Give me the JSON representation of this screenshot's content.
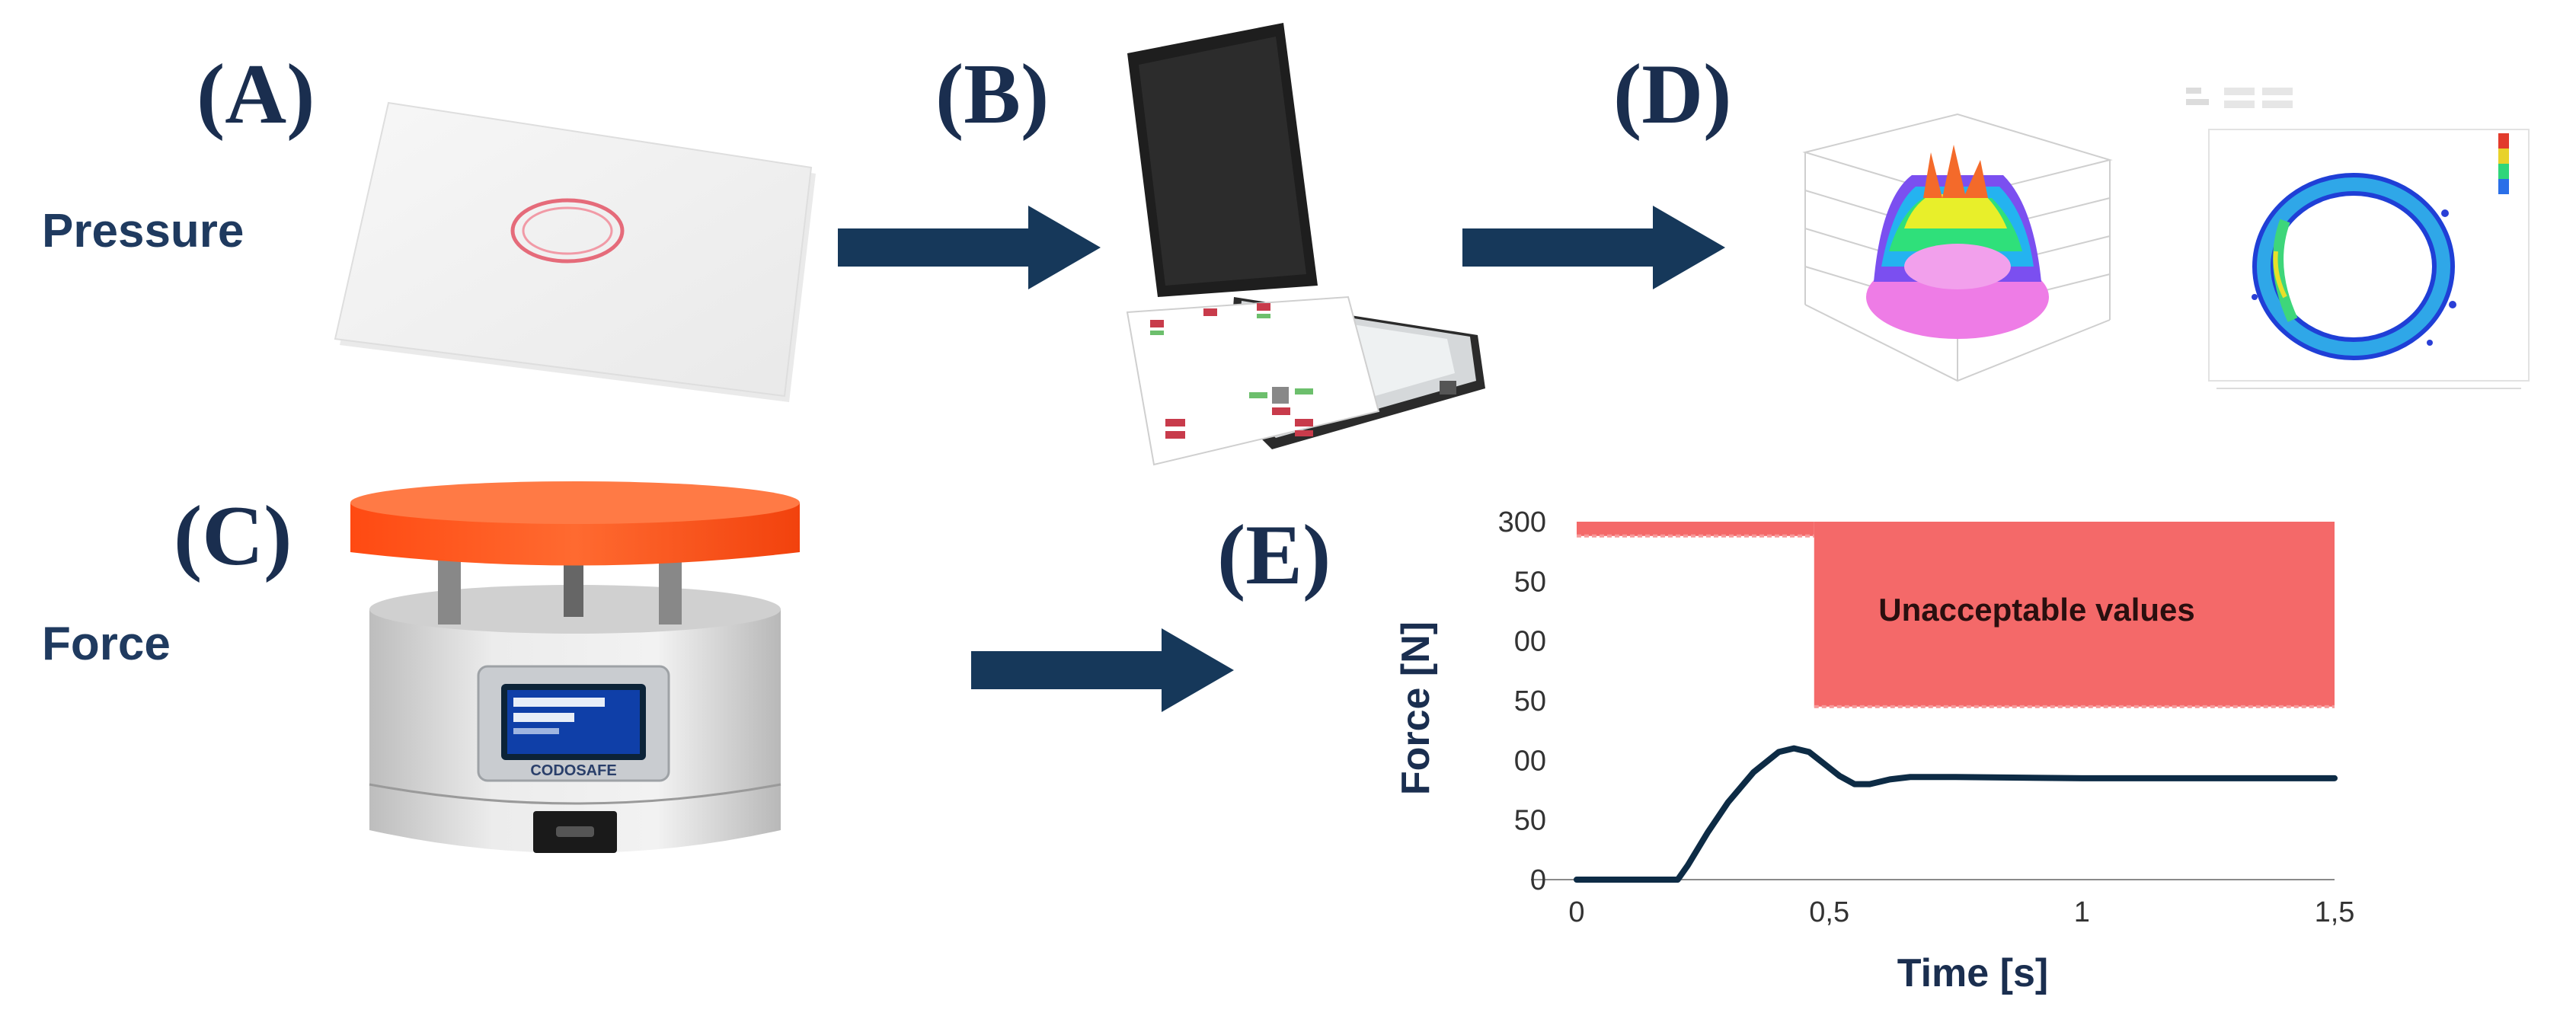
{
  "panels": {
    "a": "(A)",
    "b": "(B)",
    "c": "(C)",
    "d": "(D)",
    "e": "(E)"
  },
  "rows": {
    "pressure": "Pressure",
    "force": "Force"
  },
  "device": {
    "brand": "CODOSAFE"
  },
  "chart_data": {
    "type": "line",
    "xlabel": "Time [s]",
    "ylabel": "Force [N]",
    "x_ticks": [
      "0",
      "0,5",
      "1",
      "1,5"
    ],
    "x_tick_values": [
      0,
      0.5,
      1,
      1.5
    ],
    "y_ticks": [
      "0",
      "50",
      "00",
      "50",
      "00",
      "50",
      "300"
    ],
    "y_tick_values": [
      0,
      50,
      100,
      150,
      200,
      250,
      300
    ],
    "xlim": [
      0,
      1.5
    ],
    "ylim": [
      0,
      300
    ],
    "annotation": "Unacceptable values",
    "threshold_regions": [
      {
        "x": [
          0,
          0.47
        ],
        "y": [
          288,
          300
        ]
      },
      {
        "x": [
          0.47,
          1.5
        ],
        "y": [
          145,
          300
        ]
      }
    ],
    "series": [
      {
        "x": [
          0,
          0.2,
          0.22,
          0.26,
          0.3,
          0.35,
          0.4,
          0.43,
          0.46,
          0.49,
          0.52,
          0.55,
          0.58,
          0.62,
          0.66,
          0.75,
          1.0,
          1.25,
          1.5
        ],
        "values": [
          0,
          0,
          12,
          40,
          65,
          90,
          107,
          110,
          107,
          97,
          87,
          80,
          80,
          84,
          86,
          86,
          85,
          85,
          85
        ]
      }
    ],
    "colors": {
      "line": "#0d2b45",
      "region": "#f35c5c"
    }
  }
}
